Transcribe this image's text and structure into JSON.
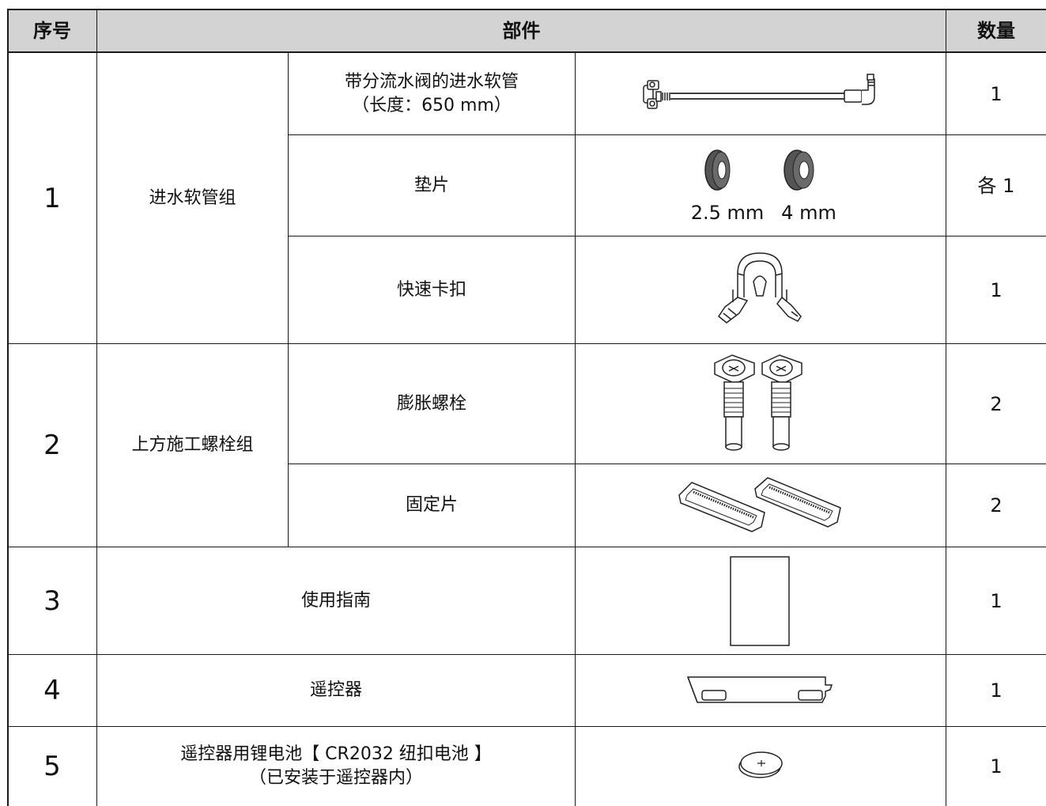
{
  "header": {
    "no": "序号",
    "part": "部件",
    "qty": "数量"
  },
  "rows": [
    {
      "no": "1",
      "group": "进水软管组",
      "items": [
        {
          "name": "带分流水阀的进水软管\n（长度：650 mm）",
          "icon": "inlet-hose-icon",
          "qty": "1"
        },
        {
          "name": "垫片",
          "icon": "washer-gasket-icon",
          "sizes": [
            "2.5 mm",
            "4 mm"
          ],
          "qty": "各 1"
        },
        {
          "name": "快速卡扣",
          "icon": "quick-clip-icon",
          "qty": "1"
        }
      ]
    },
    {
      "no": "2",
      "group": "上方施工螺栓组",
      "items": [
        {
          "name": "膨胀螺栓",
          "icon": "expansion-bolt-icon",
          "qty": "2"
        },
        {
          "name": "固定片",
          "icon": "fixing-plate-icon",
          "qty": "2"
        }
      ]
    },
    {
      "no": "3",
      "name": "使用指南",
      "icon": "manual-booklet-icon",
      "qty": "1"
    },
    {
      "no": "4",
      "name": "遥控器",
      "icon": "remote-control-icon",
      "qty": "1"
    },
    {
      "no": "5",
      "name": "遥控器用锂电池【 CR2032 纽扣电池 】\n（已安装于遥控器内）",
      "icon": "coin-battery-icon",
      "qty": "1"
    }
  ]
}
